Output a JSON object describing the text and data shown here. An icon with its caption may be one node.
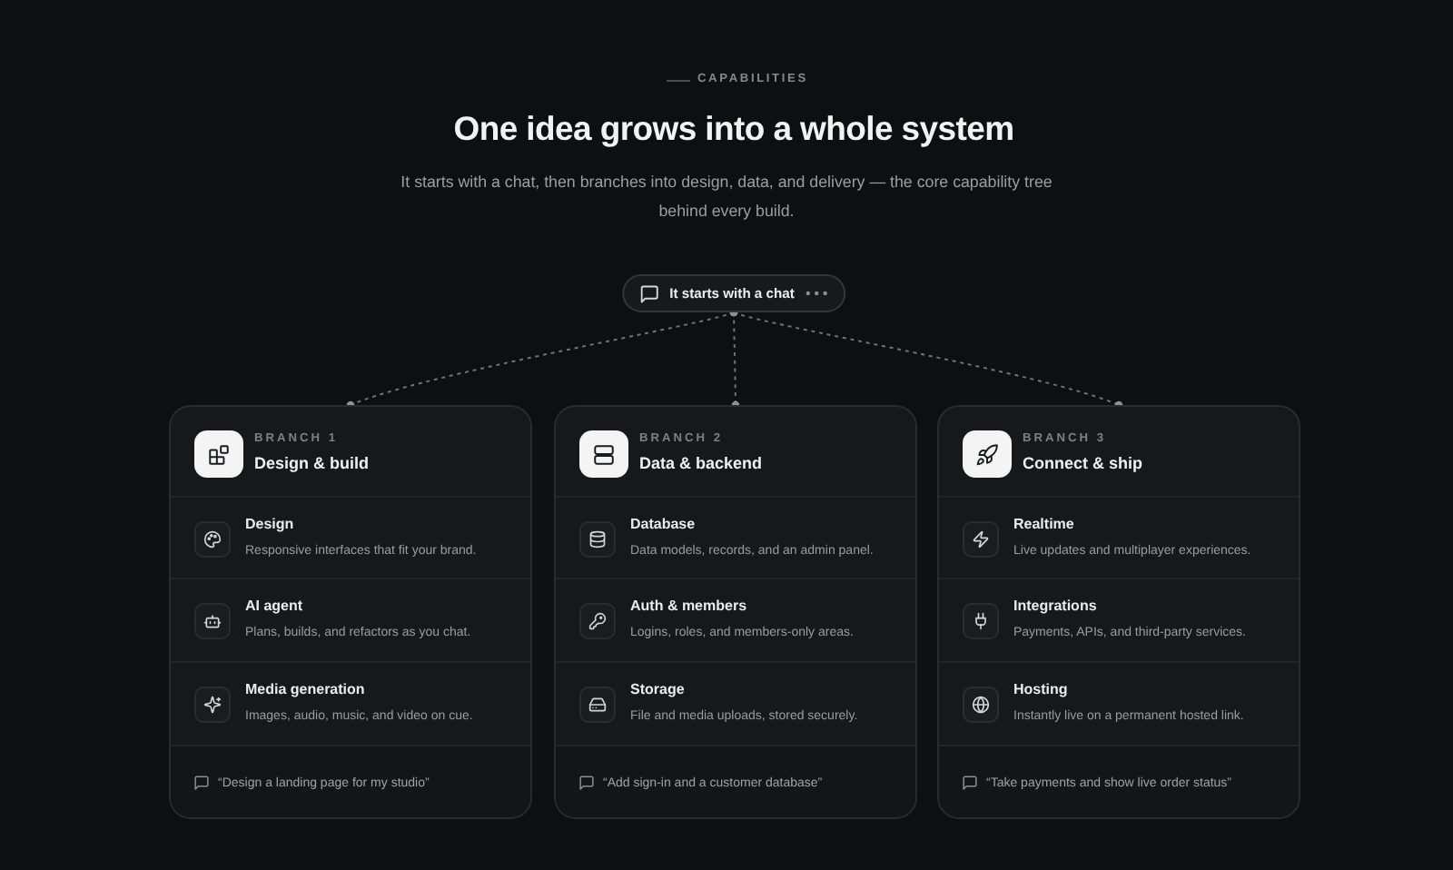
{
  "diagram": {
    "title": "One idea grows into a whole system",
    "nodes": [
      {
        "text": [
          "It starts with a chat"
        ]
      },
      {
        "text": [
          "BRANCH 1",
          "Design & build"
        ]
      },
      {
        "text": [
          "Design",
          "Responsive interfaces that fit your brand."
        ],
        "in": 1
      },
      {
        "text": [
          "AI agent",
          "Plans, builds, and refactors as you chat."
        ],
        "in": 1
      },
      {
        "text": [
          "Media generation",
          "Images, audio, music, and video on cue."
        ],
        "in": 1
      },
      {
        "text": [
          "“Design a landing page for my studio”"
        ],
        "in": 1
      },
      {
        "text": [
          "BRANCH 2",
          "Data & backend"
        ]
      },
      {
        "text": [
          "Database",
          "Data models, records, and an admin panel."
        ],
        "in": 6
      },
      {
        "text": [
          "Auth & members",
          "Logins, roles, and members-only areas."
        ],
        "in": 6
      },
      {
        "text": [
          "Storage",
          "File and media uploads, stored securely."
        ],
        "in": 6
      },
      {
        "text": [
          "“Add sign-in and a customer database”"
        ],
        "in": 6
      },
      {
        "text": [
          "BRANCH 3",
          "Connect & ship"
        ]
      },
      {
        "text": [
          "Realtime",
          "Live updates and multiplayer experiences."
        ],
        "in": 11
      },
      {
        "text": [
          "Integrations",
          "Payments, APIs, and third-party services."
        ],
        "in": 11
      },
      {
        "text": [
          "Hosting",
          "Instantly live on a permanent hosted link."
        ],
        "in": 11
      },
      {
        "text": [
          "“Take payments and show live order status”"
        ],
        "in": 11
      }
    ],
    "edges": [
      {
        "from": 0,
        "to": 1,
        "arrow": "other",
        "style": "dashed"
      },
      {
        "from": 0,
        "to": 6,
        "arrow": "other",
        "style": "dashed"
      },
      {
        "from": 0,
        "to": 11,
        "arrow": "other",
        "style": "dashed"
      }
    ],
    "labels": [
      "CAPABILITIES",
      "It starts with a chat, then branches into design, data, and delivery — the core capability tree behind every build."
    ]
  }
}
